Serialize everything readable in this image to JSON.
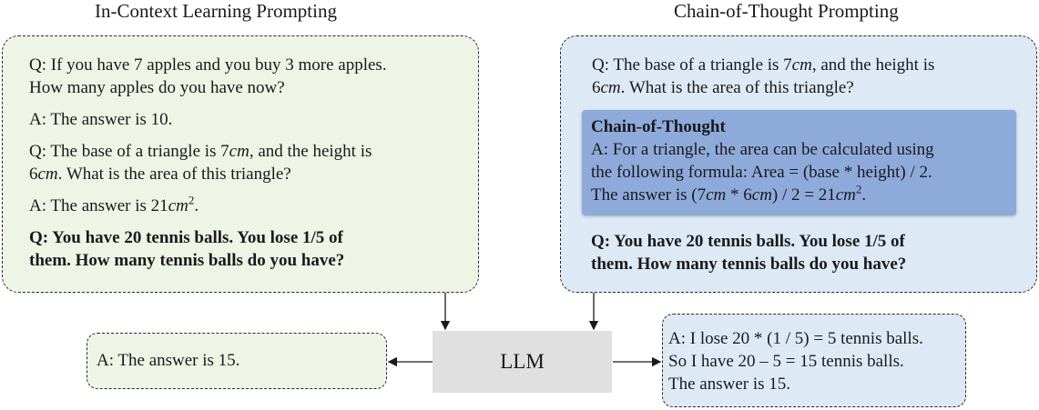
{
  "titles": {
    "icl": "In-Context Learning Prompting",
    "cot": "Chain-of-Thought Prompting"
  },
  "icl_prompt": {
    "q1_line1": "Q: If you have 7 apples and you buy 3 more apples.",
    "q1_line2": "How many apples do you have now?",
    "a1": "A: The answer is 10.",
    "q2_line1_a": "Q: The base of a triangle is 7",
    "q2_line1_unit": "cm",
    "q2_line1_b": ", and the height is",
    "q2_line2_num": "6",
    "q2_line2_unit": "cm",
    "q2_line2_rest": ". What is the area of this triangle?",
    "a2_prefix": "A: The answer is 21",
    "a2_unit": "cm",
    "a2_exp": "2",
    "a2_suffix": ".",
    "q3_line1": "Q: You have 20 tennis balls. You lose 1/5 of",
    "q3_line2": "them. How many tennis balls do you have?"
  },
  "cot_prompt": {
    "q_line1_a": "Q: The base of a triangle is 7",
    "q_line1_unit": "cm",
    "q_line1_b": ", and the height is",
    "q_line2_num": "6",
    "q_line2_unit": "cm",
    "q_line2_rest": ". What is the area of this triangle?",
    "cot_title": "Chain-of-Thought",
    "cot_line1": "A: For a triangle, the area can be calculated using",
    "cot_line2": "the following formula: Area = (base * height) / 2.",
    "cot_line3_a": "The answer is (7",
    "cot_line3_u1": "cm",
    "cot_line3_b": " * 6",
    "cot_line3_u2": "cm",
    "cot_line3_c": ") / 2 = 21",
    "cot_line3_u3": "cm",
    "cot_line3_exp": "2",
    "cot_line3_d": ".",
    "q2_line1": "Q: You have 20 tennis balls. You lose 1/5 of",
    "q2_line2": "them. How many tennis balls do you have?"
  },
  "llm_label": "LLM",
  "icl_output": "A: The answer is 15.",
  "cot_output": {
    "line1": "A: I lose 20 * (1 / 5) = 5 tennis balls.",
    "line2": "So I have 20 – 5 = 15 tennis balls.",
    "line3": "The answer is 15."
  },
  "colors": {
    "green_box": "#eef4e6",
    "blue_box": "#dde9f5",
    "cot_highlight": "#8eaadb",
    "llm_box": "#e0e0e0"
  }
}
